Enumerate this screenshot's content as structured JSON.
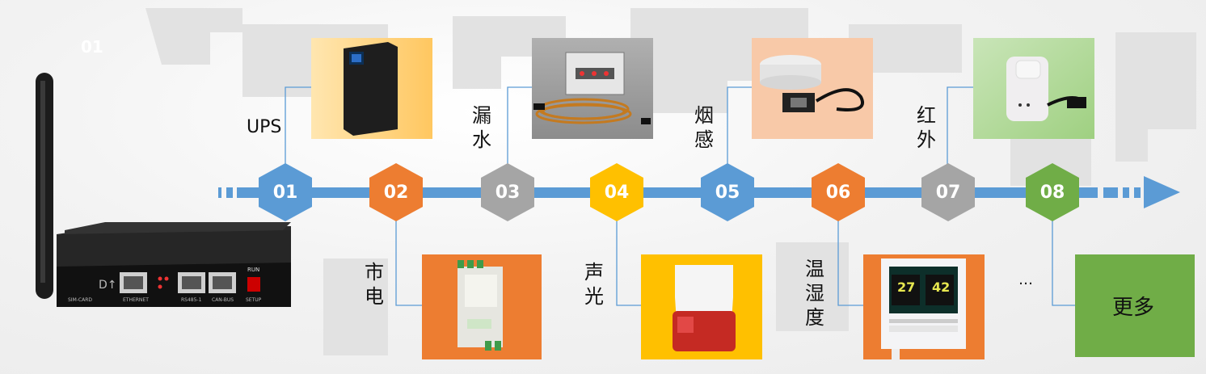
{
  "background_label": "01",
  "device": {
    "ports": [
      "SIM-CARD",
      "ETHERNET",
      "RS485-1",
      "CAN-BUS",
      "SETUP"
    ],
    "status_text": "RUN"
  },
  "steps": [
    {
      "num": "01",
      "color": "#5b9bd5",
      "label": "UPS",
      "label_side": "top"
    },
    {
      "num": "02",
      "color": "#ed7d31",
      "label": "市电",
      "label_side": "bottom"
    },
    {
      "num": "03",
      "color": "#a5a5a5",
      "label": "漏水",
      "label_side": "top"
    },
    {
      "num": "04",
      "color": "#ffc000",
      "label": "声光",
      "label_side": "bottom"
    },
    {
      "num": "05",
      "color": "#5b9bd5",
      "label": "烟感",
      "label_side": "top"
    },
    {
      "num": "06",
      "color": "#ed7d31",
      "label": "温湿度",
      "label_side": "bottom"
    },
    {
      "num": "07",
      "color": "#a5a5a5",
      "label": "红外",
      "label_side": "top"
    },
    {
      "num": "08",
      "color": "#70ad47",
      "label": "…",
      "label_side": "bottom"
    }
  ],
  "more_label": "更多",
  "thermo_readout": {
    "left": "27",
    "right": "42"
  },
  "colors": {
    "arrow": "#5b9bd5",
    "line": "#5b9bd5"
  }
}
